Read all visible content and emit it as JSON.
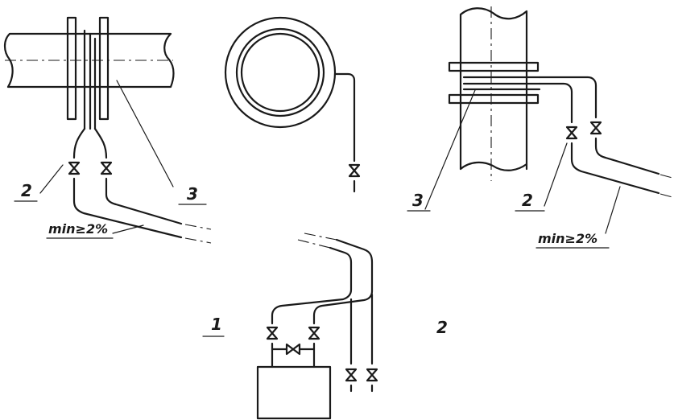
{
  "labels": {
    "left_2": "2",
    "left_3": "3",
    "left_slope": "min≥2%",
    "right_3": "3",
    "right_2": "2",
    "right_slope": "min≥2%",
    "bottom_1": "1",
    "bottom_2": "2"
  }
}
